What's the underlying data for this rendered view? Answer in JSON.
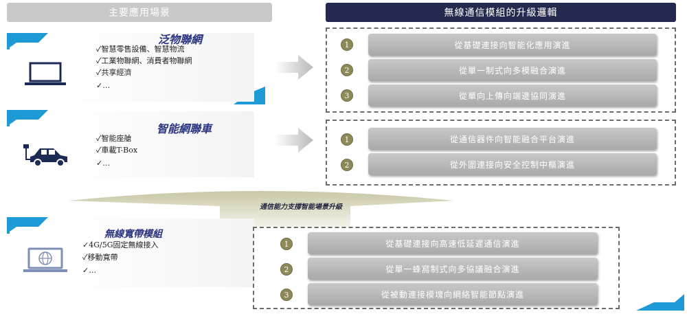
{
  "headers": {
    "left": "主要應用場景",
    "right": "無線通信模組的升級邏輯"
  },
  "scenarios": [
    {
      "title": "泛物聯網",
      "icon": "laptop-icon",
      "bullets": [
        "✓智慧零售設備、智慧物流",
        "✓工業物聯網、消費者物聯網",
        "✓共享經濟",
        "✓…"
      ]
    },
    {
      "title": "智能網聯車",
      "icon": "car-icon",
      "bullets": [
        "✓智能座艙",
        "✓車載T-Box",
        "✓…"
      ]
    },
    {
      "title": "無線寬帶模組",
      "icon": "globe-laptop-icon",
      "bullets": [
        "✓4G/5G固定無線接入",
        "✓移動寬帶",
        "✓…"
      ]
    }
  ],
  "band_label": "通信能力支撐智能場景升級",
  "groups": [
    {
      "steps": [
        {
          "num": "1",
          "text": "從基礎連接向智能化應用演進"
        },
        {
          "num": "2",
          "text": "從單一制式向多模融合演進"
        },
        {
          "num": "3",
          "text": "從單向上傳向端邊協同演進"
        }
      ]
    },
    {
      "steps": [
        {
          "num": "1",
          "text": "從通信器件向智能融合平台演進"
        },
        {
          "num": "2",
          "text": "從外圍連接向安全控制中樞演進"
        }
      ]
    },
    {
      "steps": [
        {
          "num": "1",
          "text": "從基礎連接向高速低延遲通信演進"
        },
        {
          "num": "2",
          "text": "從單一蜂窩制式向多協議融合演進"
        },
        {
          "num": "3",
          "text": "從被動連接模塊向網絡智能節點演進"
        }
      ]
    }
  ],
  "colors": {
    "navy": "#232a4e",
    "accent_blue": "#1e9ad6",
    "step_circle": "#8d8a58",
    "pill_gray": "#b5b5b5"
  }
}
